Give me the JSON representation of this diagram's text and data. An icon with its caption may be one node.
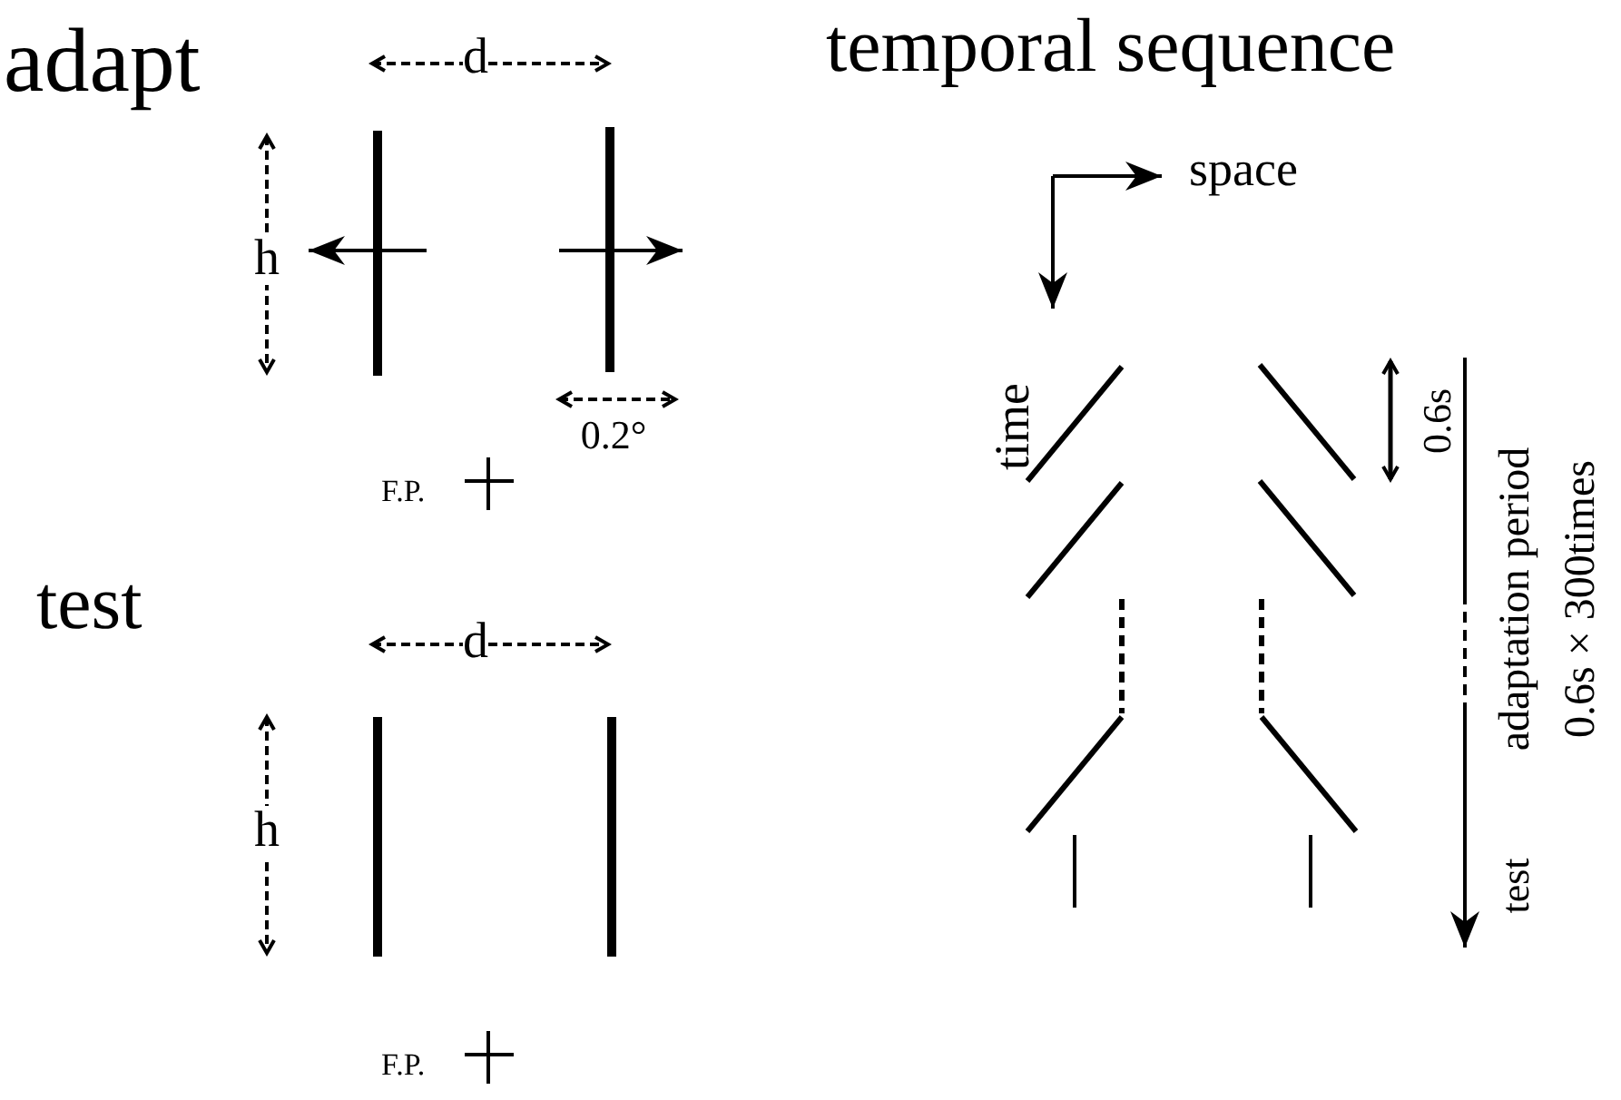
{
  "diagram": {
    "labels": [
      "adapt",
      "d",
      "temporal sequence",
      "space",
      "h",
      "time",
      "0.6s",
      "0.2°",
      "adaptation period",
      "0.6s × 300times",
      "F.P.",
      "test",
      "d",
      "h",
      "test",
      "F.P."
    ]
  }
}
